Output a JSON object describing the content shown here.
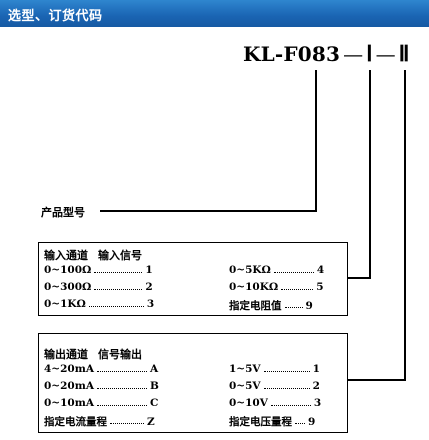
{
  "header": {
    "title": "选型、订货代码"
  },
  "model": {
    "prefix": "KL-F083",
    "separator": "—",
    "segment1": "Ⅰ",
    "segment2": "Ⅱ"
  },
  "product_label": "产品型号",
  "input_box": {
    "title_channel": "输入通道",
    "title_signal": "输入信号",
    "left": [
      {
        "label": "0~100Ω",
        "code": "1"
      },
      {
        "label": "0~300Ω",
        "code": "2"
      },
      {
        "label": "0~1KΩ",
        "code": "3"
      }
    ],
    "right": [
      {
        "label": "0~5KΩ",
        "code": "4"
      },
      {
        "label": "0~10KΩ",
        "code": "5"
      },
      {
        "label": "指定电阻值",
        "code": "9"
      }
    ]
  },
  "output_box": {
    "title_channel": "输出通道",
    "title_signal": "信号输出",
    "left": [
      {
        "label": "4~20mA",
        "code": "A"
      },
      {
        "label": "0~20mA",
        "code": "B"
      },
      {
        "label": "0~10mA",
        "code": "C"
      },
      {
        "label": "指定电流量程",
        "code": "Z"
      }
    ],
    "right": [
      {
        "label": "1~5V",
        "code": "1"
      },
      {
        "label": "0~5V",
        "code": "2"
      },
      {
        "label": "0~10V",
        "code": "3"
      },
      {
        "label": "指定电压量程",
        "code": "9"
      }
    ]
  }
}
